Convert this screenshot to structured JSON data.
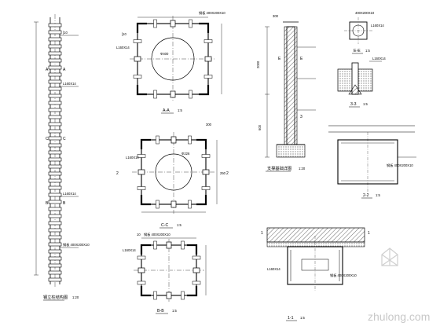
{
  "views": {
    "column_elevation": {
      "title": "钢立柱结构图",
      "scale": "1:20"
    },
    "section_AA": {
      "title": "A-A",
      "scale": "1:5",
      "plate": "钢板 400X200X10",
      "channel": "[10",
      "angle": "L160X14",
      "bolt_hole": "Φ400"
    },
    "section_CC": {
      "title": "C-C",
      "scale": "1:5",
      "dim_250": "250",
      "dim_300": "300",
      "angle": "L160X14",
      "hole": "Φ226"
    },
    "section_BB": {
      "title": "B-B",
      "scale": "1:5",
      "plate": "钢板 400X200X10",
      "angle": "L160X14",
      "mark": "10"
    },
    "support_detail": {
      "title": "支撑基础详图",
      "scale": "1:20",
      "dim_300": "300",
      "dim_600": "600",
      "dim_2000": "2000"
    },
    "section_EE": {
      "title": "E-E",
      "scale": "1:5",
      "plate": "400X200X10",
      "angle": "L160X14"
    },
    "section_33": {
      "title": "3-3",
      "scale": "1:5",
      "angle": "L160X14"
    },
    "section_22": {
      "title": "2-2",
      "scale": "1:5",
      "plate": "钢板 400X200X10"
    },
    "section_11": {
      "title": "1-1",
      "scale": "1:5",
      "angle": "L160X14",
      "plate": "钢板 400X200X10"
    }
  },
  "markers": {
    "A": "A",
    "B": "B",
    "C": "C",
    "E": "E",
    "one": "1",
    "two": "2",
    "three": "3"
  },
  "watermark": "zhulong.com"
}
